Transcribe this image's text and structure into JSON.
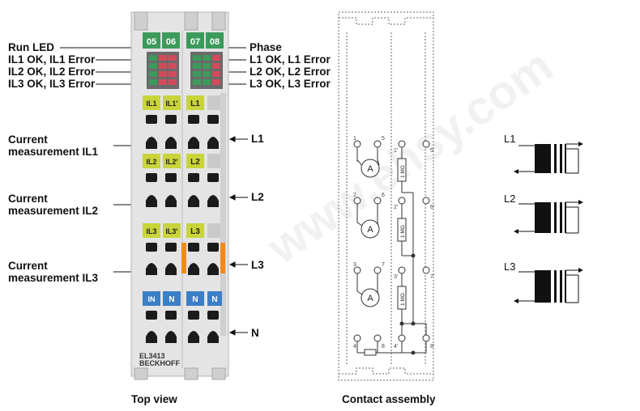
{
  "left_labels": {
    "run_led": "Run LED",
    "l1_status": "IL1 OK, IL1 Error",
    "l2_status": "IL2 OK, IL2 Error",
    "l3_status": "IL3 OK, IL3 Error",
    "current_l1_a": "Current",
    "current_l1_b": "measurement IL1",
    "current_l2_a": "Current",
    "current_l2_b": "measurement IL2",
    "current_l3_a": "Current",
    "current_l3_b": "measurement IL3"
  },
  "right_labels": {
    "phase": "Phase",
    "l1_status": "L1 OK, L1 Error",
    "l2_status": "L2 OK, L2 Error",
    "l3_status": "L3 OK, L3 Error",
    "l1": "L1",
    "l2": "L2",
    "l3": "L3",
    "n": "N"
  },
  "terminal": {
    "led_numbers": [
      "05",
      "06",
      "07",
      "08"
    ],
    "tag_l1_row": [
      "IL1",
      "IL1'",
      "L1"
    ],
    "tag_l2_row": [
      "IL2",
      "IL2'",
      "L2"
    ],
    "tag_l3_row": [
      "IL3",
      "IL3'",
      "L3"
    ],
    "tag_n_row": [
      "IN",
      "N",
      "N"
    ],
    "model": "EL3413",
    "brand": "BECKHOFF"
  },
  "contact": {
    "ammeter": "A",
    "resistor": "1 MΩ",
    "pins_left": [
      "1",
      "2",
      "3",
      "4"
    ],
    "pins_mid": [
      "5",
      "6",
      "7",
      "8"
    ],
    "pins_prime": [
      "1'",
      "2'",
      "3'",
      "4'"
    ],
    "pins_prime_right": [
      "5'",
      "6'",
      "7'",
      "8'"
    ]
  },
  "transformers": [
    "L1",
    "L2",
    "L3"
  ],
  "captions": {
    "top_view": "Top view",
    "contact_assembly": "Contact assembly"
  },
  "watermark": "www.ehsy.com",
  "colors": {
    "led_green": "#3c9a5b",
    "tag_yellow": "#c8d43a",
    "tag_blue": "#3b7fc6",
    "accent_orange": "#f08a1c",
    "housing_grey": "#d6d6d6"
  }
}
